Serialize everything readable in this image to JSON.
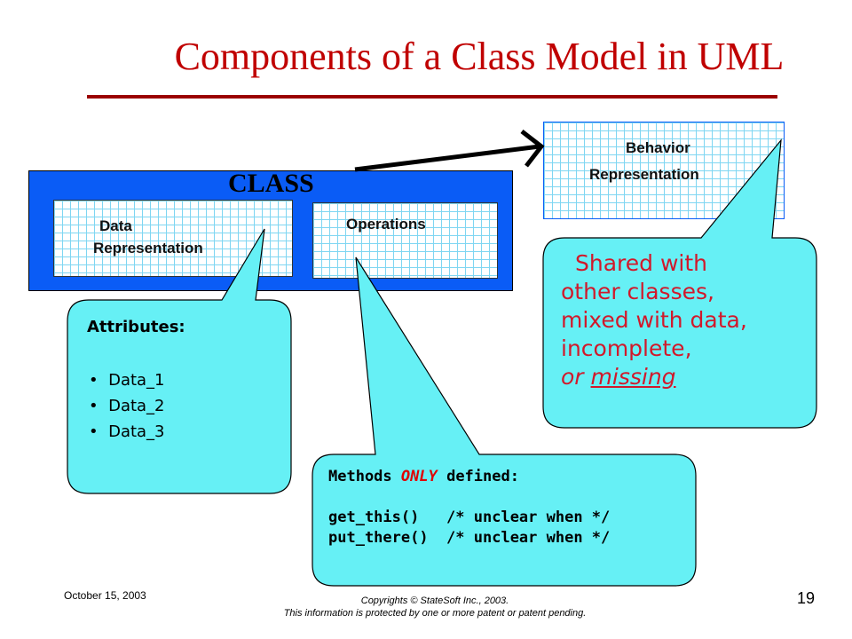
{
  "slide": {
    "title": "Components of a Class Model in UML",
    "class_label": "CLASS",
    "data_box": {
      "line1": "Data",
      "line2": "Representation"
    },
    "operations_label": "Operations",
    "behavior_box": {
      "line1": "Behavior",
      "line2": "Representation"
    },
    "attributes_bubble": {
      "heading": "Attributes:",
      "items": [
        "Data_1",
        "Data_2",
        "Data_3"
      ],
      "bullet": "•"
    },
    "methods_bubble": {
      "line1_pre": "Methods ",
      "line1_em": "ONLY",
      "line1_post": " defined:",
      "line2": "get_this()   /* unclear when */",
      "line3": "put_there()  /* unclear when */"
    },
    "shared_bubble": {
      "line1": "Shared with",
      "line2": "other classes,",
      "line3": "mixed with data,",
      "line4": "incomplete,",
      "line5_pre": "or ",
      "line5_em": "missing"
    },
    "footer": {
      "date": "October 15, 2003",
      "copyright_line1": "Copyrights © StateSoft Inc., 2003.",
      "copyright_line2": "This information is protected by one or more patent or patent pending.",
      "page_number": "19"
    }
  },
  "colors": {
    "title": "#c00000",
    "class_fill": "#0a5cf6",
    "bubble_fill": "#66f0f5",
    "grid_line": "#7fd6f2",
    "shared_text": "#d1192b"
  }
}
